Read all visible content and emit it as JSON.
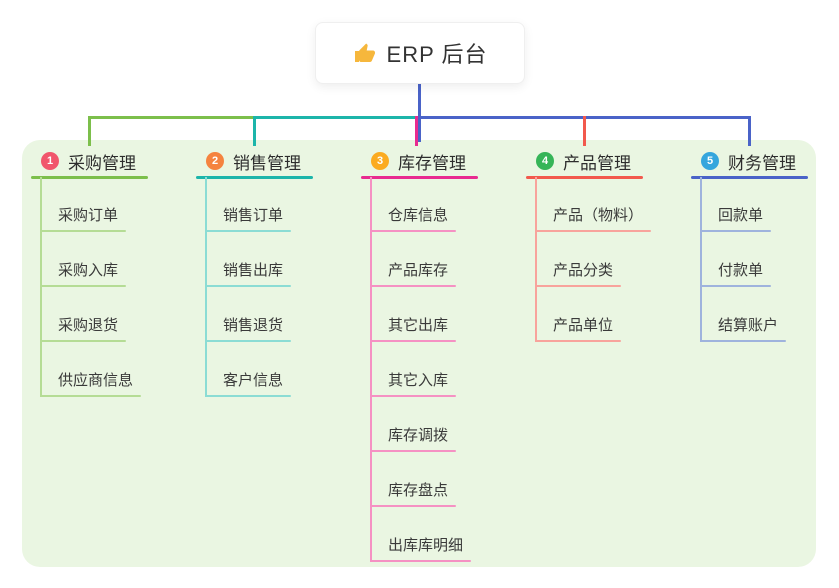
{
  "root": {
    "title": "ERP 后台",
    "icon": "thumbs-up-icon"
  },
  "colors": {
    "panel_background": "#eaf6e2",
    "canvas_background": "#ffffff",
    "root_connector": "#4a63c8",
    "thumb_icon": "#f6b73c"
  },
  "branches": [
    {
      "number": "1",
      "title": "采购管理",
      "badge_color": "#f1566c",
      "line_color": "#7cbf4b",
      "child_line_color": "#b5dc95",
      "children": [
        "采购订单",
        "采购入库",
        "采购退货",
        "供应商信息"
      ]
    },
    {
      "number": "2",
      "title": "销售管理",
      "badge_color": "#f5833f",
      "line_color": "#1cb5aa",
      "child_line_color": "#8bdcd4",
      "children": [
        "销售订单",
        "销售出库",
        "销售退货",
        "客户信息"
      ]
    },
    {
      "number": "3",
      "title": "库存管理",
      "badge_color": "#fbab20",
      "line_color": "#e82b90",
      "child_line_color": "#f591c3",
      "children": [
        "仓库信息",
        "产品库存",
        "其它出库",
        "其它入库",
        "库存调拨",
        "库存盘点",
        "出库库明细"
      ]
    },
    {
      "number": "4",
      "title": "产品管理",
      "badge_color": "#36b558",
      "line_color": "#f2594d",
      "child_line_color": "#f8a39c",
      "children": [
        "产品（物料）",
        "产品分类",
        "产品单位"
      ]
    },
    {
      "number": "5",
      "title": "财务管理",
      "badge_color": "#35a6dd",
      "line_color": "#4a63c8",
      "child_line_color": "#9fb3dd",
      "children": [
        "回款单",
        "付款单",
        "结算账户"
      ]
    }
  ]
}
